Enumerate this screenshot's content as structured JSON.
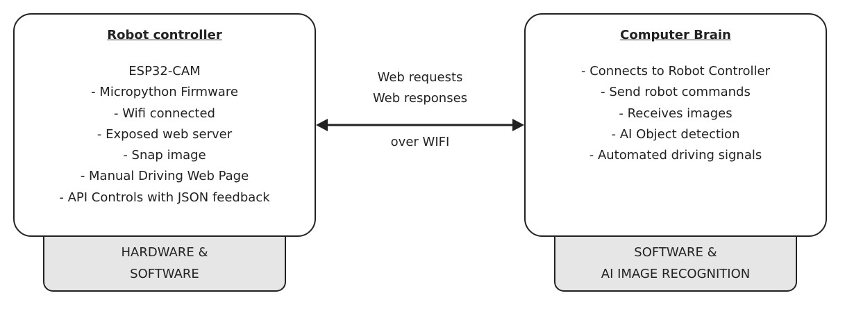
{
  "left_block": {
    "title": "Robot controller",
    "lines": [
      "ESP32-CAM",
      "- Micropython Firmware",
      "- Wifi connected",
      "- Exposed web server",
      "- Snap image",
      "- Manual Driving Web Page",
      "- API Controls with JSON feedback"
    ],
    "tab_lines": [
      "HARDWARE &",
      "SOFTWARE"
    ]
  },
  "right_block": {
    "title": "Computer Brain",
    "lines": [
      "- Connects to Robot Controller",
      "- Send robot commands",
      "- Receives images",
      "- AI Object detection",
      "- Automated driving signals"
    ],
    "tab_lines": [
      "SOFTWARE &",
      "AI IMAGE RECOGNITION"
    ]
  },
  "connection": {
    "lines": [
      "Web requests",
      "Web responses"
    ],
    "medium": "over WIFI"
  }
}
